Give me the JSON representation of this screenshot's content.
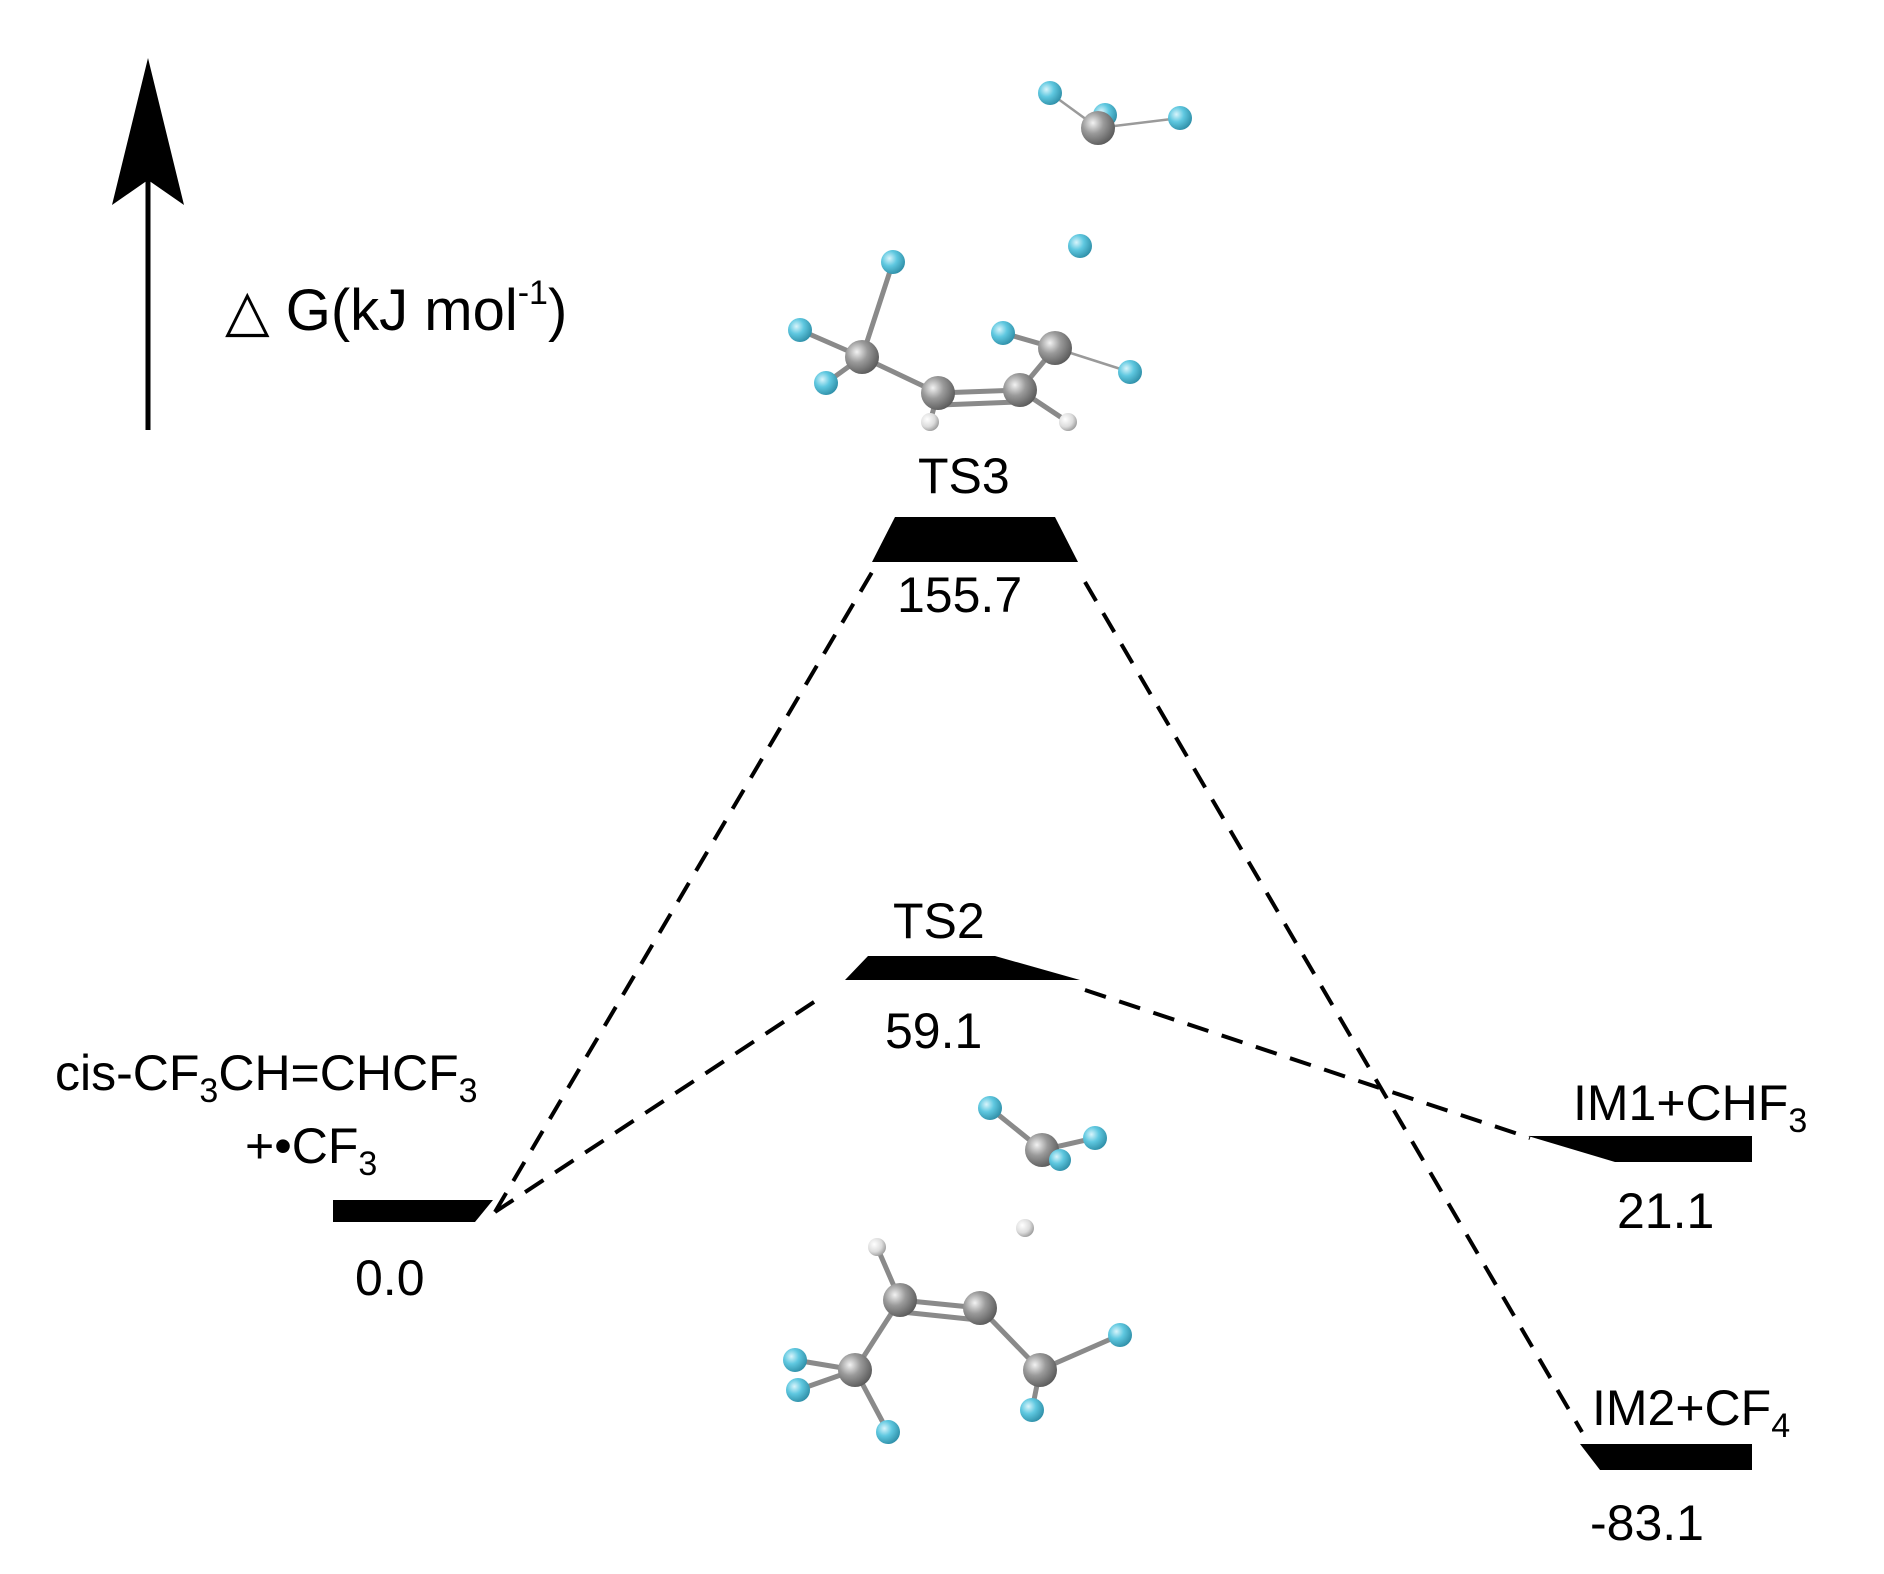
{
  "axis": {
    "label_prefix": "△ G(kJ mol",
    "label_exp": "-1",
    "label_suffix": ")"
  },
  "species": {
    "reactant": {
      "name_line1": "cis-CF",
      "name_line1_sub1": "3",
      "name_line1_mid": "CH=CHCF",
      "name_line1_sub2": "3",
      "name_line2": "+•CF",
      "name_line2_sub": "3",
      "energy": "0.0"
    },
    "ts2": {
      "name": "TS2",
      "energy": "59.1"
    },
    "ts3": {
      "name": "TS3",
      "energy": "155.7"
    },
    "p1": {
      "name": "IM1+CHF",
      "name_sub": "3",
      "energy": "21.1"
    },
    "p2": {
      "name": "IM2+CF",
      "name_sub": "4",
      "energy": "-83.1"
    }
  },
  "colors": {
    "level_fill": "#000000",
    "fluorine": "#5fc8e0",
    "carbon": "#8c8c8c",
    "hydrogen": "#e8e8e8"
  }
}
